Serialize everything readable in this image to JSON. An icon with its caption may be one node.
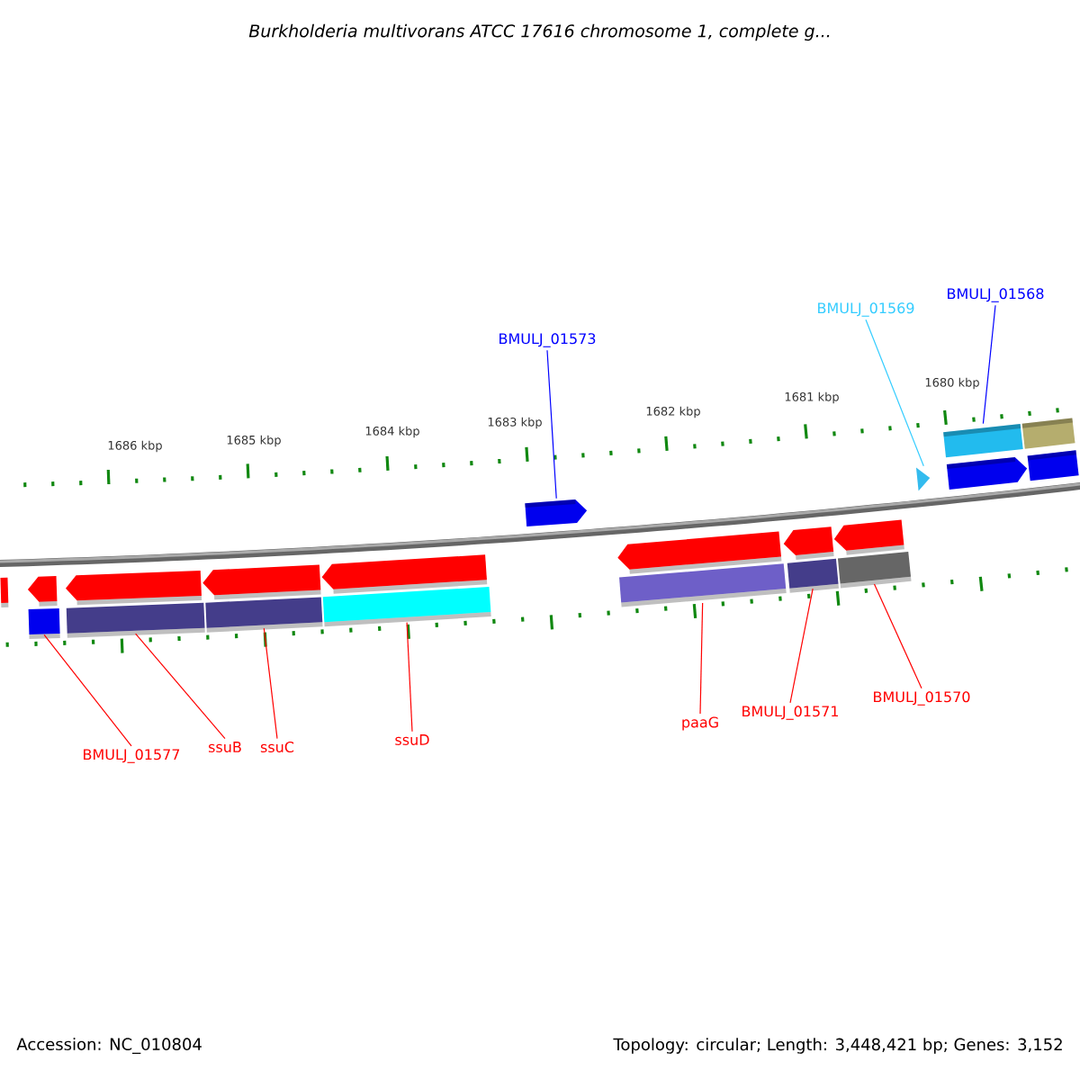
{
  "diagram": {
    "title": "Burkholderia multivorans ATCC 17616 chromosome 1, complete g...",
    "nodes": [
      {
        "text": [
          "BMULJ_01573"
        ]
      },
      {
        "text": [
          "BMULJ_01569"
        ]
      },
      {
        "text": [
          "BMULJ_01568"
        ]
      },
      {
        "text": [
          "BMULJ_01577"
        ]
      },
      {
        "text": [
          "ssuB"
        ]
      },
      {
        "text": [
          "ssuC"
        ]
      },
      {
        "text": [
          "ssuD"
        ]
      },
      {
        "text": [
          "paaG"
        ]
      },
      {
        "text": [
          "BMULJ_01571"
        ]
      },
      {
        "text": [
          "BMULJ_01570"
        ]
      },
      {
        "text": [],
        "shape": "arrow"
      },
      {
        "text": [],
        "shape": "triangle"
      },
      {
        "text": [],
        "shape": "bar"
      },
      {
        "text": [],
        "shape": "bar"
      },
      {
        "text": [],
        "shape": "bar"
      },
      {
        "text": [],
        "shape": "bar"
      },
      {
        "text": [],
        "shape": "bar"
      },
      {
        "text": [],
        "shape": "bar"
      },
      {
        "text": [],
        "shape": "bar"
      },
      {
        "text": [],
        "shape": "bar"
      }
    ],
    "edges": [
      {
        "from": 0,
        "to": 10,
        "arrow": "none",
        "color": "#0000ff"
      },
      {
        "from": 1,
        "to": 11,
        "arrow": "none",
        "color": "#33ccff"
      },
      {
        "from": 2,
        "to": 12,
        "arrow": "none",
        "color": "#0000ff"
      },
      {
        "from": 3,
        "to": 13,
        "arrow": "none"
      },
      {
        "from": 4,
        "to": 14,
        "arrow": "none"
      },
      {
        "from": 5,
        "to": 15,
        "arrow": "none"
      },
      {
        "from": 6,
        "to": 16,
        "arrow": "none"
      },
      {
        "from": 7,
        "to": 17,
        "arrow": "none"
      },
      {
        "from": 8,
        "to": 18,
        "arrow": "none"
      },
      {
        "from": 9,
        "to": 19,
        "arrow": "none"
      }
    ],
    "labels": [
      "1686 kbp",
      "1685 kbp",
      "1684 kbp",
      "1683 kbp",
      "1682 kbp",
      "1681 kbp",
      "1680 kbp",
      "Accession: NC_010804",
      "Topology: circular; Length: 3,448,421 bp; Genes: 3,152"
    ]
  }
}
